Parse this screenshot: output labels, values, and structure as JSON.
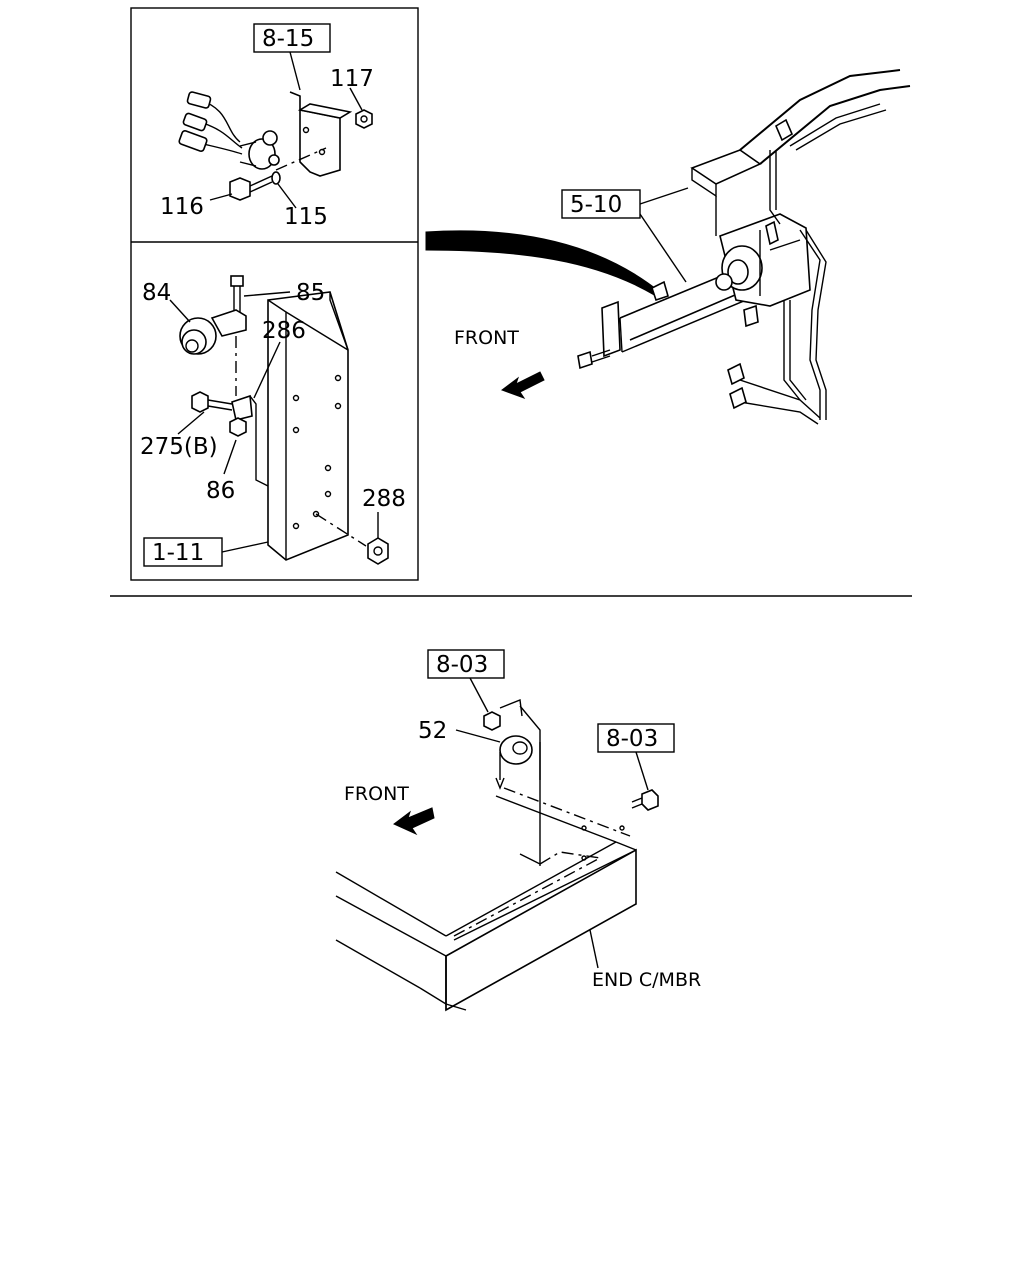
{
  "callouts": {
    "ref_8_15": "8-15",
    "n117": "117",
    "n116": "116",
    "n115": "115",
    "n84": "84",
    "n85": "85",
    "n286": "286",
    "n275b": "275(B)",
    "n86": "86",
    "n288": "288",
    "ref_1_11": "1-11",
    "ref_5_10": "5-10",
    "front_top": "FRONT",
    "ref_8_03_a": "8-03",
    "n52": "52",
    "ref_8_03_b": "8-03",
    "front_bottom": "FRONT",
    "end_cmbr": "END C/MBR"
  }
}
